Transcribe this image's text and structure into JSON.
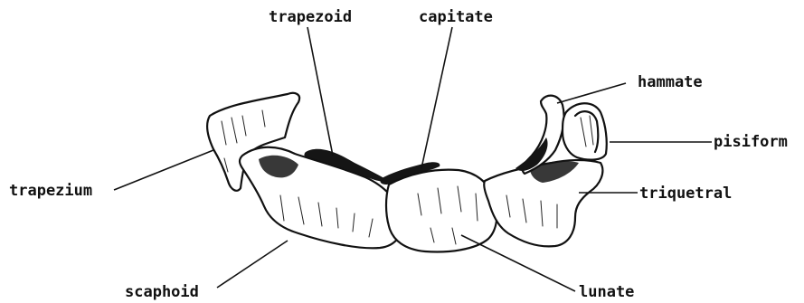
{
  "diagram": {
    "labels": {
      "trapezoid": "trapezoid",
      "capitate": "capitate",
      "hammate": "hammate",
      "pisiform": "pisiform",
      "trapezium": "trapezium",
      "triquetral": "triquetral",
      "scaphoid": "scaphoid",
      "lunate": "lunate"
    },
    "colors": {
      "ink": "#111111",
      "background": "#ffffff"
    }
  }
}
